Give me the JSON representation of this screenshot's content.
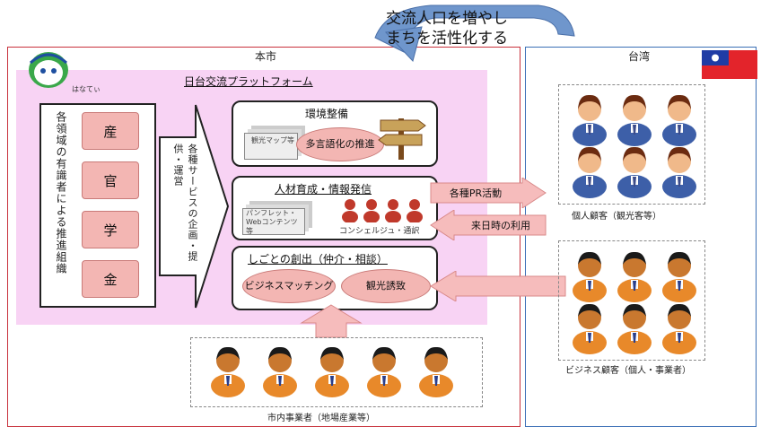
{
  "banner": {
    "line1": "交流人口を増やし",
    "line2": "まちを活性化する"
  },
  "regions": {
    "city": "本市",
    "taiwan": "台湾"
  },
  "logo": {
    "caption": "はなてぃ"
  },
  "platform": {
    "title": "日台交流プラットフォーム"
  },
  "left_panel": {
    "text": "各領域の有識者による推進組織",
    "chips": [
      "産",
      "官",
      "学",
      "金"
    ]
  },
  "big_arrow": {
    "text": "各種サービスの企画・提供・運営"
  },
  "sections": {
    "env": {
      "title": "環境整備",
      "doc_label": "観光マップ等",
      "oval": "多言語化の推進"
    },
    "hr": {
      "title": "人材育成・情報発信",
      "doc_label": "パンフレット・Webコンテンツ等",
      "people_label": "コンシェルジュ・通訳"
    },
    "job": {
      "title": "しごとの創出（仲介・相談）",
      "oval1": "ビジネスマッチング",
      "oval2": "観光誘致"
    }
  },
  "arrows": {
    "pr": "各種PR活動",
    "visit": "来日時の利用"
  },
  "groups": {
    "individual": "個人顧客（観光客等）",
    "business": "ビジネス顧客（個人・事業者）",
    "local": "市内事業者（地場産業等）"
  },
  "colors": {
    "accent_pink": "#f8d3f4",
    "chip": "#f3b6b3",
    "city_border": "#c8323c",
    "taiwan_border": "#3b6fb6",
    "banner": "#6f96cc"
  }
}
